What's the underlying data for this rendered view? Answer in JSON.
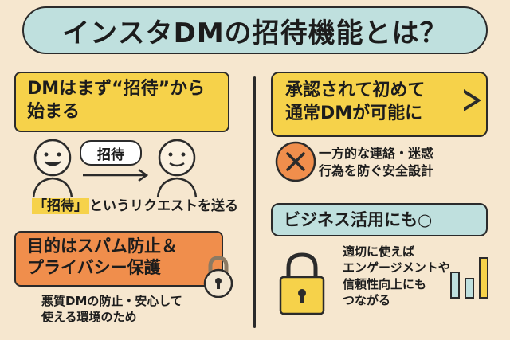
{
  "title": "インスタDMの招待機能とは？",
  "left": {
    "invite_box": {
      "line1": "DMはまず“招待”から",
      "line2": "始まる"
    },
    "invite_bubble": "招待",
    "invite_caption": {
      "highlight": "「招待」",
      "rest": "というリクエストを送る"
    },
    "purpose_box": {
      "line1": "目的はスパム防止＆",
      "line2": "プライバシー保護"
    },
    "purpose_caption": {
      "line1": "悪質DMの防止・安心して",
      "line2": "使える環境のため"
    }
  },
  "right": {
    "approve_box": {
      "line1": "承認されて初めて",
      "line2": "通常DMが可能に"
    },
    "block_caption": {
      "line1": "一方的な連絡・迷惑",
      "line2": "行為を防ぐ安全設計"
    },
    "business_box": "ビジネス活用にも○",
    "business_caption": {
      "line1": "適切に使えば",
      "line2": "エンゲージメントや",
      "line3": "信頼性向上にも",
      "line4": "つながる"
    }
  },
  "colors": {
    "background": "#f6e7cf",
    "teal": "#bfe0de",
    "yellow": "#f6d24a",
    "orange": "#f08e4c",
    "ink": "#2b2b2b"
  },
  "icons": [
    "person-icon",
    "person-icon",
    "arrow-icon",
    "lock-icon",
    "cross-icon",
    "padlock-icon",
    "bar-chart-icon"
  ]
}
